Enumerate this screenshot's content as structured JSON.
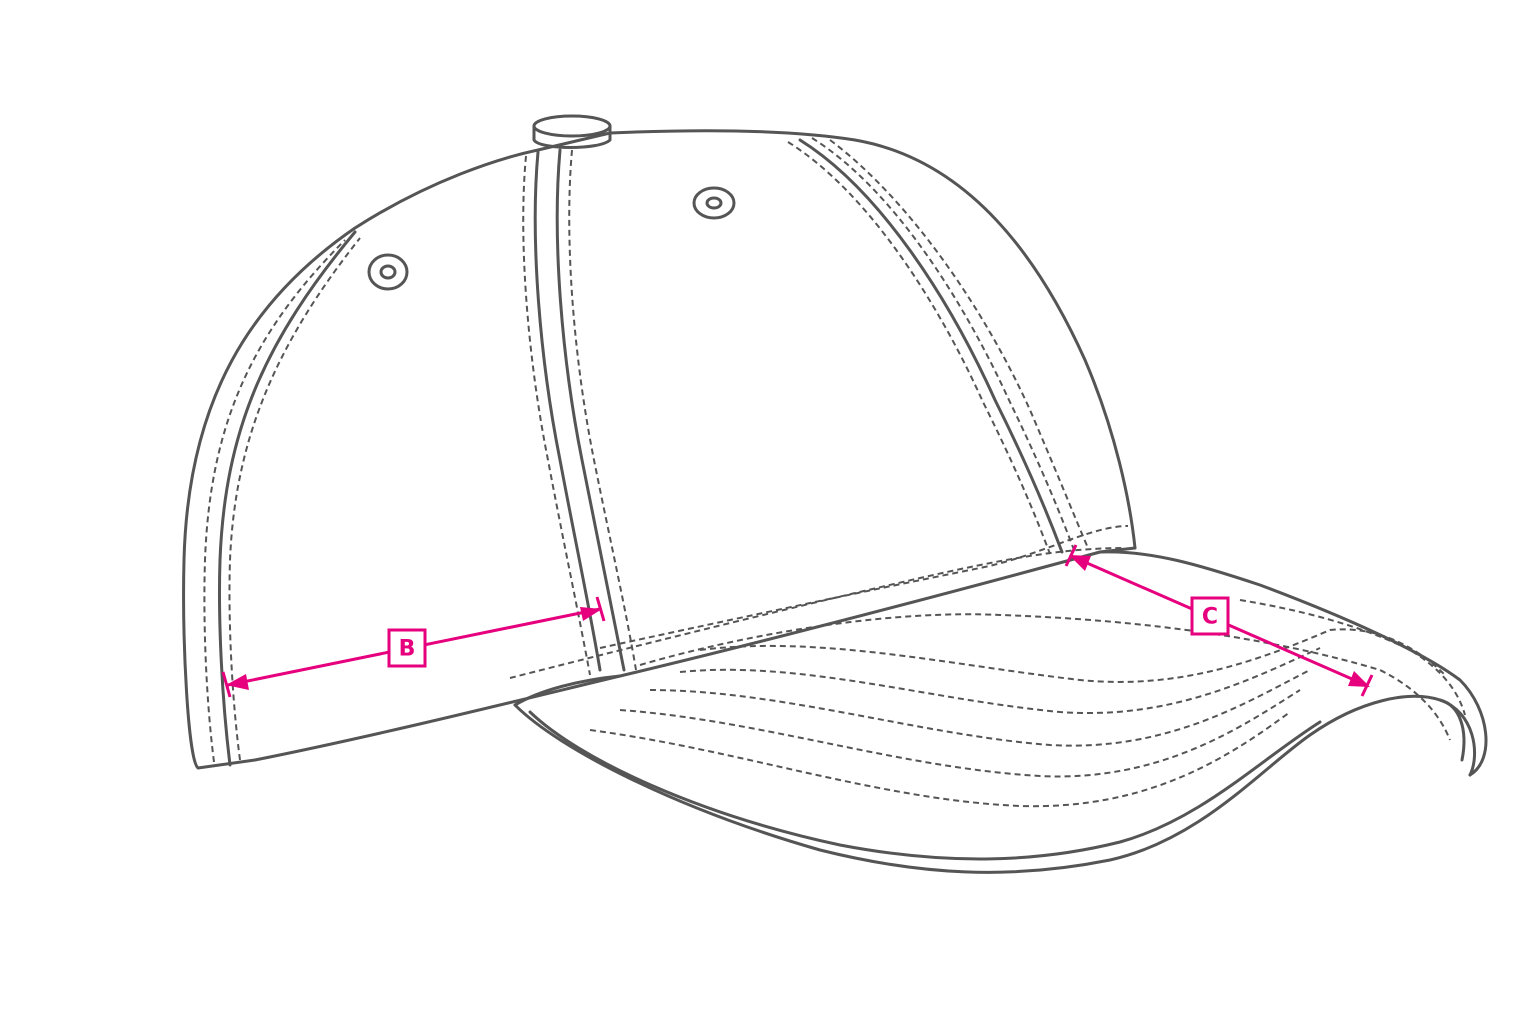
{
  "diagram": {
    "accent_color": "#e6007e",
    "line_color": "#555555",
    "measurements": [
      {
        "id": "B",
        "label": "B"
      },
      {
        "id": "C",
        "label": "C"
      }
    ]
  }
}
